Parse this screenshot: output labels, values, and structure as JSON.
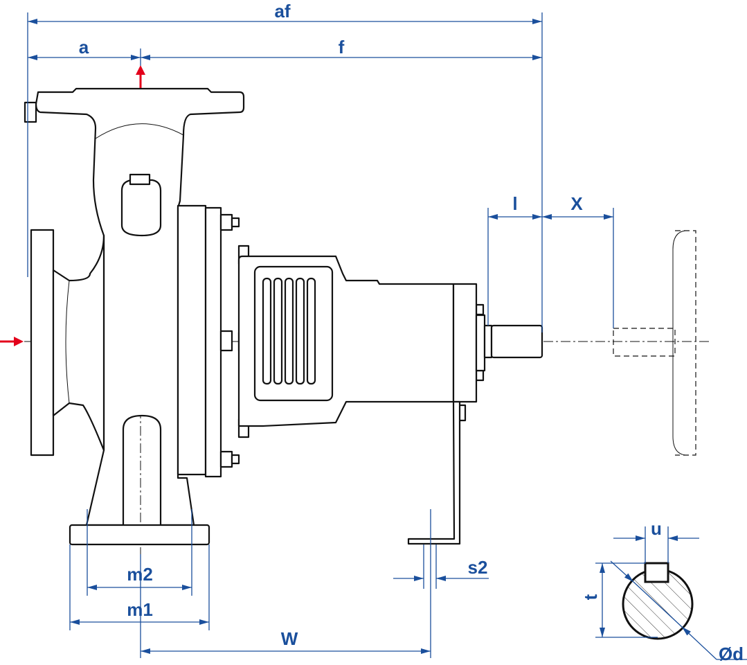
{
  "title": "Pump dimension drawing",
  "colors": {
    "dimension": "#1a4f9c",
    "flow_arrow": "#e3001b",
    "outline": "#111111"
  },
  "dimensions": {
    "af": "af",
    "a": "a",
    "f": "f",
    "l": "l",
    "x": "X",
    "u": "u",
    "m2": "m2",
    "m1": "m1",
    "s2": "s2",
    "w": "W",
    "t": "t",
    "d": "Ød"
  }
}
